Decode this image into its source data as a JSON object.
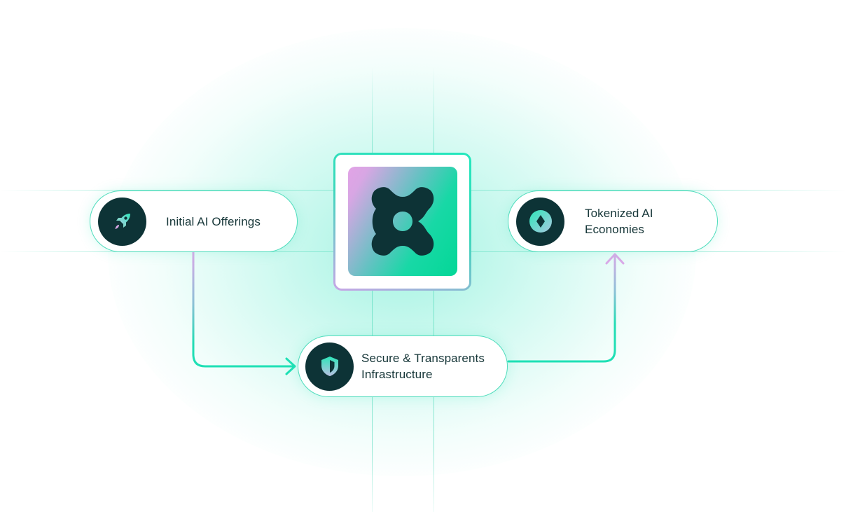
{
  "nodes": {
    "initial": {
      "label": "Initial AI Offerings",
      "icon": "rocket-icon"
    },
    "secure": {
      "label": "Secure & Transparents Infrastructure",
      "icon": "shield-icon"
    },
    "token": {
      "label": "Tokenized AI Economies",
      "icon": "diamond-token-icon"
    }
  },
  "center": {
    "icon": "brand-logo-icon"
  },
  "colors": {
    "teal": "#1ee0b5",
    "dark": "#0d3336",
    "lilac": "#d9a8e6",
    "text": "#163638"
  }
}
